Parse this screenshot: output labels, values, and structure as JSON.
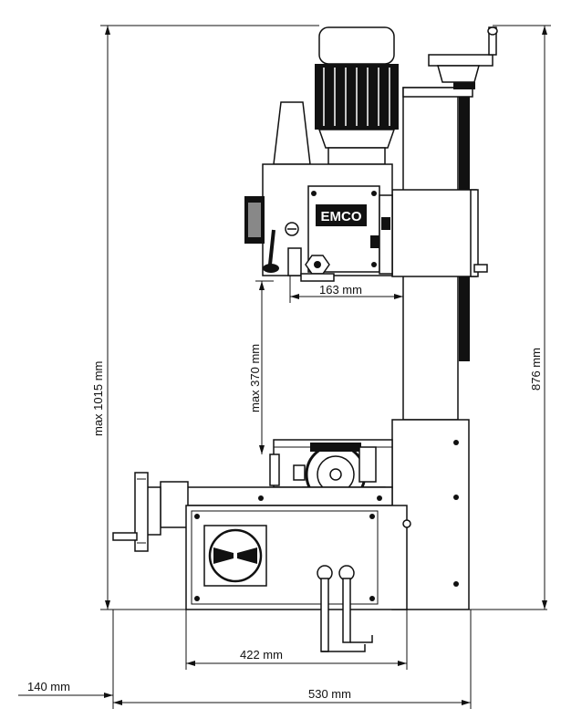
{
  "dimensions": {
    "total_height": "max 1015 mm",
    "column_height": "876 mm",
    "spindle_table_gap": "max 370 mm",
    "head_overhang": "163 mm",
    "base_width": "422 mm",
    "overall_width": "530 mm",
    "crank_extension": "140 mm"
  },
  "brand_plate": "EMCO"
}
